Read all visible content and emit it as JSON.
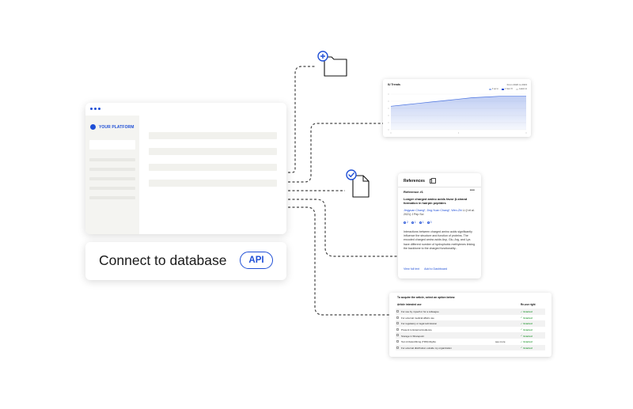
{
  "platform": {
    "name": "YOUR PLATFORM"
  },
  "connect": {
    "label": "Connect to database",
    "api_label": "API"
  },
  "trends": {
    "title": "IU Trends",
    "range": "From 2020 to 2023",
    "legend": [
      {
        "label": "3 up to",
        "color": "#9fb7ee"
      },
      {
        "label": "1 Gen IV",
        "color": "#1f4fd6"
      },
      {
        "label": "Latest to",
        "color": "#dddddd"
      }
    ]
  },
  "references": {
    "heading": "References",
    "ref_number": "Reference #1",
    "more": "•••",
    "title": "Longer charged amino acids favor β-strand formation in hairpin peptides",
    "authors_linked": "Jingyuan Chang*, Jing-Yuan Chang*, Wen-Zhi",
    "authors_rest": "Li (I et al. 2021) J Pep Sci",
    "metrics": [
      "2",
      "1",
      "1",
      "0"
    ],
    "abstract": "Interactions between charged amino acids significantly influence the structure and function of proteins. The encoded charged amino acids Asp, Glu, Arg, and Lys have different number of hydrophobic methylenes linking the backbone to the charged functionality...",
    "links": {
      "full_text": "View full text",
      "dashboard": "Add to Dashboard"
    }
  },
  "permissions": {
    "intro": "To acquire the article, select an option below:",
    "headers": {
      "use": "Article intended use",
      "right": "Re-use right"
    },
    "rows": [
      {
        "use": "For use by myself or for a colleague",
        "status": "Granted",
        "extra": ""
      },
      {
        "use": "For external medical affairs use",
        "status": "Granted",
        "extra": ""
      },
      {
        "use": "For regulatory or legal submission",
        "status": "Granted",
        "extra": ""
      },
      {
        "use": "Present to External Audience",
        "status": "Granted",
        "extra": ""
      },
      {
        "use": "Storage in Sharepoint",
        "status": "Granted",
        "extra": ""
      },
      {
        "use": "Text & Data Mining (TDM) Rights",
        "status": "Granted",
        "extra": "see more"
      },
      {
        "use": "For external distribution outside my organization",
        "status": "Granted",
        "extra": ""
      }
    ]
  },
  "chart_data": {
    "type": "area",
    "title": "IU Trends",
    "x": [
      0,
      1,
      2,
      3,
      4,
      5,
      6,
      7,
      8,
      9,
      10
    ],
    "series": [
      {
        "name": "1 Gen IV",
        "values": [
          33,
          35,
          37,
          39,
          41,
          43,
          45,
          46,
          47,
          47,
          47
        ]
      }
    ],
    "ylim": [
      0,
      50
    ],
    "grid": true,
    "legend": "top-right"
  },
  "colors": {
    "accent": "#1f4fd6",
    "granted": "#2e9d3b",
    "connector": "#444444"
  }
}
